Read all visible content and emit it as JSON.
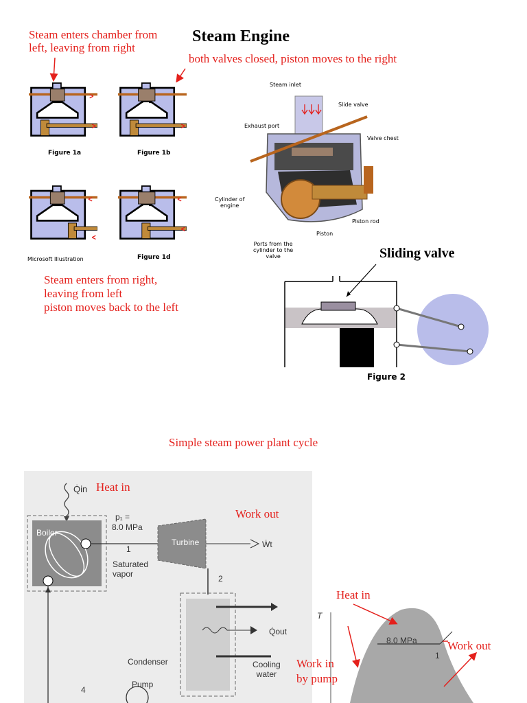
{
  "header": {
    "title": "Steam Engine",
    "note_top_left": "Steam enters chamber from\nleft, leaving from right",
    "note_top_right": "both valves closed, piston moves to the right",
    "note_bottom_left": "Steam enters from right,\nleaving from left\npiston moves back to the left"
  },
  "small_figures": {
    "fig1a": "Figure 1a",
    "fig1b": "Figure 1b",
    "fig1d": "Figure 1d",
    "credit": "Microsoft Illustration"
  },
  "engine_diagram": {
    "steam_inlet": "Steam inlet",
    "slide_valve": "Slide valve",
    "exhaust_port": "Exhaust port",
    "valve_chest": "Valve chest",
    "cylinder": "Cylinder of\nengine",
    "piston_rod": "Piston rod",
    "piston": "Piston",
    "ports": "Ports from the\ncylinder to the\nvalve"
  },
  "sliding_valve": {
    "title": "Sliding valve",
    "caption": "Figure 2"
  },
  "power_plant": {
    "title": "Simple steam power plant cycle",
    "heat_in_1": "Heat in",
    "work_out_1": "Work out",
    "heat_in_2": "Heat in",
    "work_out_2": "Work out",
    "work_in": "Work in\nby pump",
    "q_in": "Q̇in",
    "p1": "p₁ =",
    "p1_val": "8.0 MPa",
    "boiler": "Boiler",
    "turbine": "Turbine",
    "wt": "Ẇt",
    "state1": "1",
    "state2": "2",
    "state4": "4",
    "saturated_vapor": "Saturated\nvapor",
    "q_out": "Q̇out",
    "condenser": "Condenser",
    "cooling_water": "Cooling\nwater",
    "pump": "Pump",
    "t_axis": "T",
    "mpa_label": "8.0 MPa",
    "ts_state1": "1"
  },
  "colors": {
    "accent_red": "#e4201c",
    "valve_blue": "#b9bdea",
    "grey_panel": "#ececec",
    "copper": "#b8651e"
  }
}
